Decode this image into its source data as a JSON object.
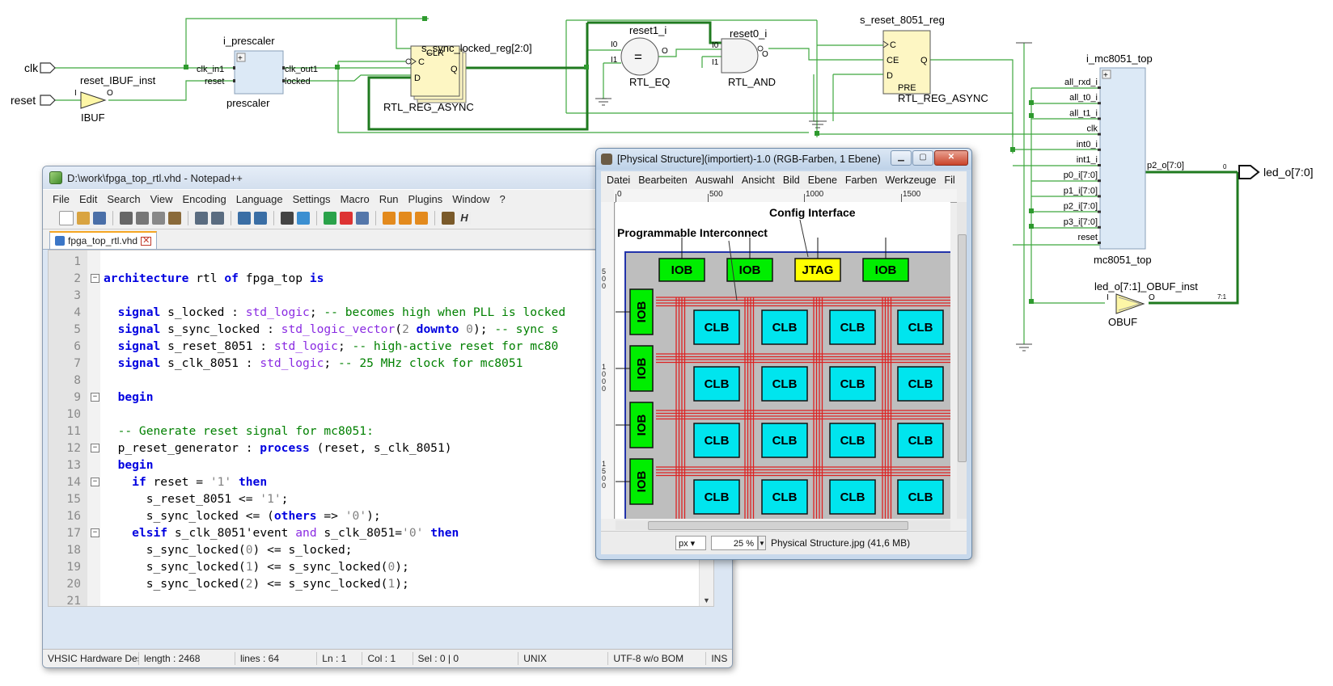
{
  "schematic": {
    "ports": {
      "clk": "clk",
      "reset": "reset",
      "led_out": "led_o[7:0]"
    },
    "ibuf": {
      "instance": "reset_IBUF_inst",
      "type": "IBUF",
      "pin_in": "I",
      "pin_out": "O"
    },
    "prescaler": {
      "instance": "i_prescaler",
      "type": "prescaler",
      "pins": [
        "clk_in1",
        "reset",
        "clk_out1",
        "locked"
      ]
    },
    "sync_reg": {
      "instance": "s_sync_locked_reg[2:0]",
      "type": "RTL_REG_ASYNC",
      "pins": [
        "CLR",
        "C",
        "D",
        "Q"
      ]
    },
    "eq": {
      "instance": "reset1_i",
      "type": "RTL_EQ",
      "symbol": "=",
      "pins": [
        "I0",
        "I1",
        "O"
      ]
    },
    "and_gate": {
      "instance": "reset0_i",
      "type": "RTL_AND",
      "pins": [
        "I0",
        "I1",
        "O"
      ]
    },
    "reset_reg": {
      "instance": "s_reset_8051_reg",
      "type": "RTL_REG_ASYNC",
      "pins": [
        "C",
        "CE",
        "D",
        "Q",
        "PRE"
      ]
    },
    "mc8051": {
      "instance": "i_mc8051_top",
      "type": "mc8051_top",
      "inputs": [
        "all_rxd_i",
        "all_t0_i",
        "all_t1_i",
        "clk",
        "int0_i",
        "int1_i",
        "p0_i[7:0]",
        "p1_i[7:0]",
        "p2_i[7:0]",
        "p3_i[7:0]",
        "reset"
      ],
      "output": "p2_o[7:0]"
    },
    "obuf": {
      "instance": "led_o[7:1]_OBUF_inst",
      "type": "OBUF",
      "pin_in": "I",
      "pin_out": "O"
    },
    "bus_labels": {
      "zero": "0",
      "range": "7:1"
    }
  },
  "notepad": {
    "title": "D:\\work\\fpga_top_rtl.vhd - Notepad++",
    "menu": [
      "File",
      "Edit",
      "Search",
      "View",
      "Encoding",
      "Language",
      "Settings",
      "Macro",
      "Run",
      "Plugins",
      "Window",
      "?"
    ],
    "tab": "fpga_top_rtl.vhd",
    "lines": [
      {
        "n": "1",
        "fold": "",
        "segs": []
      },
      {
        "n": "2",
        "fold": "−",
        "segs": [
          [
            "kw",
            "architecture"
          ],
          [
            "op",
            " rtl "
          ],
          [
            "kw",
            "of"
          ],
          [
            "op",
            " fpga_top "
          ],
          [
            "kw",
            "is"
          ]
        ]
      },
      {
        "n": "3",
        "fold": "",
        "segs": []
      },
      {
        "n": "4",
        "fold": "",
        "segs": [
          [
            "op",
            "  "
          ],
          [
            "kw",
            "signal"
          ],
          [
            "op",
            " s_locked : "
          ],
          [
            "ty",
            "std_logic"
          ],
          [
            "op",
            "; "
          ],
          [
            "cm",
            "-- becomes high when PLL is locked"
          ]
        ]
      },
      {
        "n": "5",
        "fold": "",
        "segs": [
          [
            "op",
            "  "
          ],
          [
            "kw",
            "signal"
          ],
          [
            "op",
            " s_sync_locked : "
          ],
          [
            "ty",
            "std_logic_vector"
          ],
          [
            "op",
            "("
          ],
          [
            "st",
            "2"
          ],
          [
            "op",
            " "
          ],
          [
            "kw",
            "downto"
          ],
          [
            "op",
            " "
          ],
          [
            "st",
            "0"
          ],
          [
            "op",
            "); "
          ],
          [
            "cm",
            "-- sync s"
          ]
        ]
      },
      {
        "n": "6",
        "fold": "",
        "segs": [
          [
            "op",
            "  "
          ],
          [
            "kw",
            "signal"
          ],
          [
            "op",
            " s_reset_8051 : "
          ],
          [
            "ty",
            "std_logic"
          ],
          [
            "op",
            "; "
          ],
          [
            "cm",
            "-- high-active reset for mc80"
          ]
        ]
      },
      {
        "n": "7",
        "fold": "",
        "segs": [
          [
            "op",
            "  "
          ],
          [
            "kw",
            "signal"
          ],
          [
            "op",
            " s_clk_8051 : "
          ],
          [
            "ty",
            "std_logic"
          ],
          [
            "op",
            "; "
          ],
          [
            "cm",
            "-- 25 MHz clock for mc8051"
          ]
        ]
      },
      {
        "n": "8",
        "fold": "",
        "segs": []
      },
      {
        "n": "9",
        "fold": "−",
        "segs": [
          [
            "op",
            "  "
          ],
          [
            "kw",
            "begin"
          ]
        ]
      },
      {
        "n": "10",
        "fold": "",
        "segs": []
      },
      {
        "n": "11",
        "fold": "",
        "segs": [
          [
            "op",
            "  "
          ],
          [
            "cm",
            "-- Generate reset signal for mc8051:"
          ]
        ]
      },
      {
        "n": "12",
        "fold": "−",
        "segs": [
          [
            "op",
            "  p_reset_generator : "
          ],
          [
            "kw",
            "process"
          ],
          [
            "op",
            " (reset, s_clk_8051)"
          ]
        ]
      },
      {
        "n": "13",
        "fold": "",
        "segs": [
          [
            "op",
            "  "
          ],
          [
            "kw",
            "begin"
          ]
        ]
      },
      {
        "n": "14",
        "fold": "−",
        "segs": [
          [
            "op",
            "    "
          ],
          [
            "kw",
            "if"
          ],
          [
            "op",
            " reset = "
          ],
          [
            "st",
            "'1'"
          ],
          [
            "op",
            " "
          ],
          [
            "kw",
            "then"
          ]
        ]
      },
      {
        "n": "15",
        "fold": "",
        "segs": [
          [
            "op",
            "      s_reset_8051 <= "
          ],
          [
            "st",
            "'1'"
          ],
          [
            "op",
            ";"
          ]
        ]
      },
      {
        "n": "16",
        "fold": "",
        "segs": [
          [
            "op",
            "      s_sync_locked <= ("
          ],
          [
            "kw",
            "others"
          ],
          [
            "op",
            " => "
          ],
          [
            "st",
            "'0'"
          ],
          [
            "op",
            ");"
          ]
        ]
      },
      {
        "n": "17",
        "fold": "−",
        "segs": [
          [
            "op",
            "    "
          ],
          [
            "kw",
            "elsif"
          ],
          [
            "op",
            " s_clk_8051'event "
          ],
          [
            "ty",
            "and"
          ],
          [
            "op",
            " s_clk_8051="
          ],
          [
            "st",
            "'0'"
          ],
          [
            "op",
            " "
          ],
          [
            "kw",
            "then"
          ]
        ]
      },
      {
        "n": "18",
        "fold": "",
        "segs": [
          [
            "op",
            "      s_sync_locked("
          ],
          [
            "st",
            "0"
          ],
          [
            "op",
            ") <= s_locked;"
          ]
        ]
      },
      {
        "n": "19",
        "fold": "",
        "segs": [
          [
            "op",
            "      s_sync_locked("
          ],
          [
            "st",
            "1"
          ],
          [
            "op",
            ") <= s_sync_locked("
          ],
          [
            "st",
            "0"
          ],
          [
            "op",
            ");"
          ]
        ]
      },
      {
        "n": "20",
        "fold": "",
        "segs": [
          [
            "op",
            "      s_sync_locked("
          ],
          [
            "st",
            "2"
          ],
          [
            "op",
            ") <= s_sync_locked("
          ],
          [
            "st",
            "1"
          ],
          [
            "op",
            ");"
          ]
        ]
      },
      {
        "n": "21",
        "fold": "",
        "segs": []
      }
    ],
    "status": {
      "filetype": "VHSIC Hardware Descri",
      "length": "length : 2468",
      "lines": "lines : 64",
      "ln": "Ln : 1",
      "col": "Col : 1",
      "sel": "Sel : 0 | 0",
      "eol": "UNIX",
      "encoding": "UTF-8 w/o BOM",
      "mode": "INS"
    }
  },
  "viewer": {
    "title": "[Physical Structure](importiert)-1.0 (RGB-Farben, 1 Ebene)",
    "menu": [
      "Datei",
      "Bearbeiten",
      "Auswahl",
      "Ansicht",
      "Bild",
      "Ebene",
      "Farben",
      "Werkzeuge",
      "Fil"
    ],
    "ruler_h": [
      "0",
      "500",
      "1000",
      "1500"
    ],
    "ruler_v": [
      "500",
      "1000",
      "1500"
    ],
    "image": {
      "label_config": "Config Interface",
      "label_interconnect": "Programmable Interconnect",
      "top_blocks": [
        "IOB",
        "IOB",
        "JTAG",
        "IOB"
      ],
      "side_blocks": [
        "IOB",
        "IOB",
        "IOB",
        "IOB"
      ],
      "clb": "CLB",
      "colors": {
        "iob": "#00ee00",
        "jtag": "#ffff00",
        "clb": "#00e5ee",
        "wire": "#dd2222",
        "chip": "#bebebe",
        "border": "#2233aa"
      }
    },
    "status": {
      "unit": "px",
      "zoom": "25 %",
      "file": "Physical Structure.jpg (41,6 MB)"
    }
  },
  "colors": {
    "wire": "#2e9a2e",
    "highlight": "#1f7a1f",
    "block_fill": "#dce9f6",
    "reg_fill": "#fdf6c3"
  }
}
